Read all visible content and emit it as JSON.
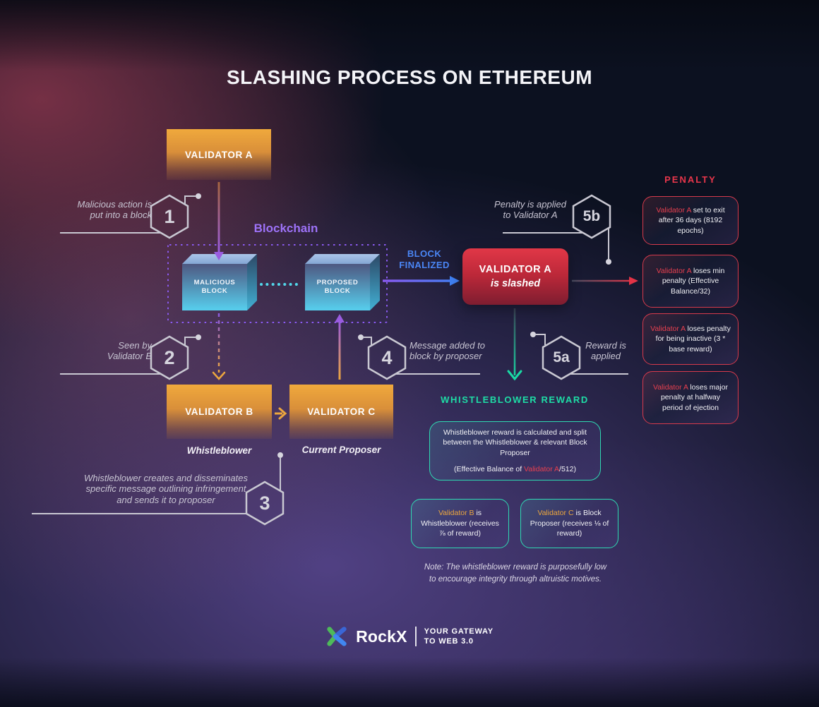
{
  "title": "SLASHING PROCESS ON ETHEREUM",
  "colors": {
    "gold": "#eda63e",
    "red": "#e0303f",
    "blue": "#3f80f2",
    "purple": "#8a5af0",
    "teal": "#19dba5",
    "line_gray": "#c9c8d2"
  },
  "validators": {
    "a": "VALIDATOR A",
    "b": "VALIDATOR B",
    "c": "VALIDATOR C"
  },
  "blockchain": {
    "label": "Blockchain",
    "malicious_block": "MALICIOUS\nBLOCK",
    "proposed_block": "PROPOSED\nBLOCK"
  },
  "block_finalized": "BLOCK\nFINALIZED",
  "slashed_box": {
    "line1": "VALIDATOR A",
    "line2": "is slashed"
  },
  "steps": {
    "s1": {
      "num": "1",
      "label": "Malicious action is\nput into a block"
    },
    "s2": {
      "num": "2",
      "label": "Seen by\nValidator B"
    },
    "s3": {
      "num": "3",
      "label": "Whistleblower creates and disseminates\nspecific message outlining infringement\nand sends it to proposer"
    },
    "s4": {
      "num": "4",
      "label": "Message added to\nblock by proposer"
    },
    "s5a": {
      "num": "5a",
      "label": "Reward is\napplied"
    },
    "s5b": {
      "num": "5b",
      "label": "Penalty is applied\nto Validator A"
    }
  },
  "labels": {
    "whistleblower": "Whistleblower",
    "current_proposer": "Current Proposer"
  },
  "penalty": {
    "heading": "PENALTY",
    "boxes": [
      {
        "highlight": "Validator A",
        "rest": " set to exit after 36 days (8192 epochs)"
      },
      {
        "highlight": "Validator A",
        "rest": " loses min penalty (Effective Balance/32)"
      },
      {
        "highlight": "Validator A",
        "rest": " loses penalty for being inactive (3 * base reward)"
      },
      {
        "highlight": "Validator A",
        "rest": " loses major penalty at halfway period of ejection"
      }
    ]
  },
  "reward": {
    "heading": "WHISTLEBLOWER REWARD",
    "main_box": {
      "para": "Whistleblower reward is calculated and split between the Whistleblower & relevant Block Proposer",
      "formula_pre": "(Effective Balance of ",
      "formula_highlight": "Validator A",
      "formula_post": "/512)"
    },
    "box_b": {
      "highlight": "Validator B",
      "rest": " is Whistleblower (receives ⅞ of reward)"
    },
    "box_c": {
      "highlight": "Validator C",
      "rest": " is Block Proposer (receives ⅛ of reward)"
    },
    "note": "Note: The whistleblower reward is purposefully low\nto encourage integrity through altruistic motives."
  },
  "footer": {
    "brand": "RockX",
    "tagline": "YOUR GATEWAY\nTO WEB 3.0"
  }
}
